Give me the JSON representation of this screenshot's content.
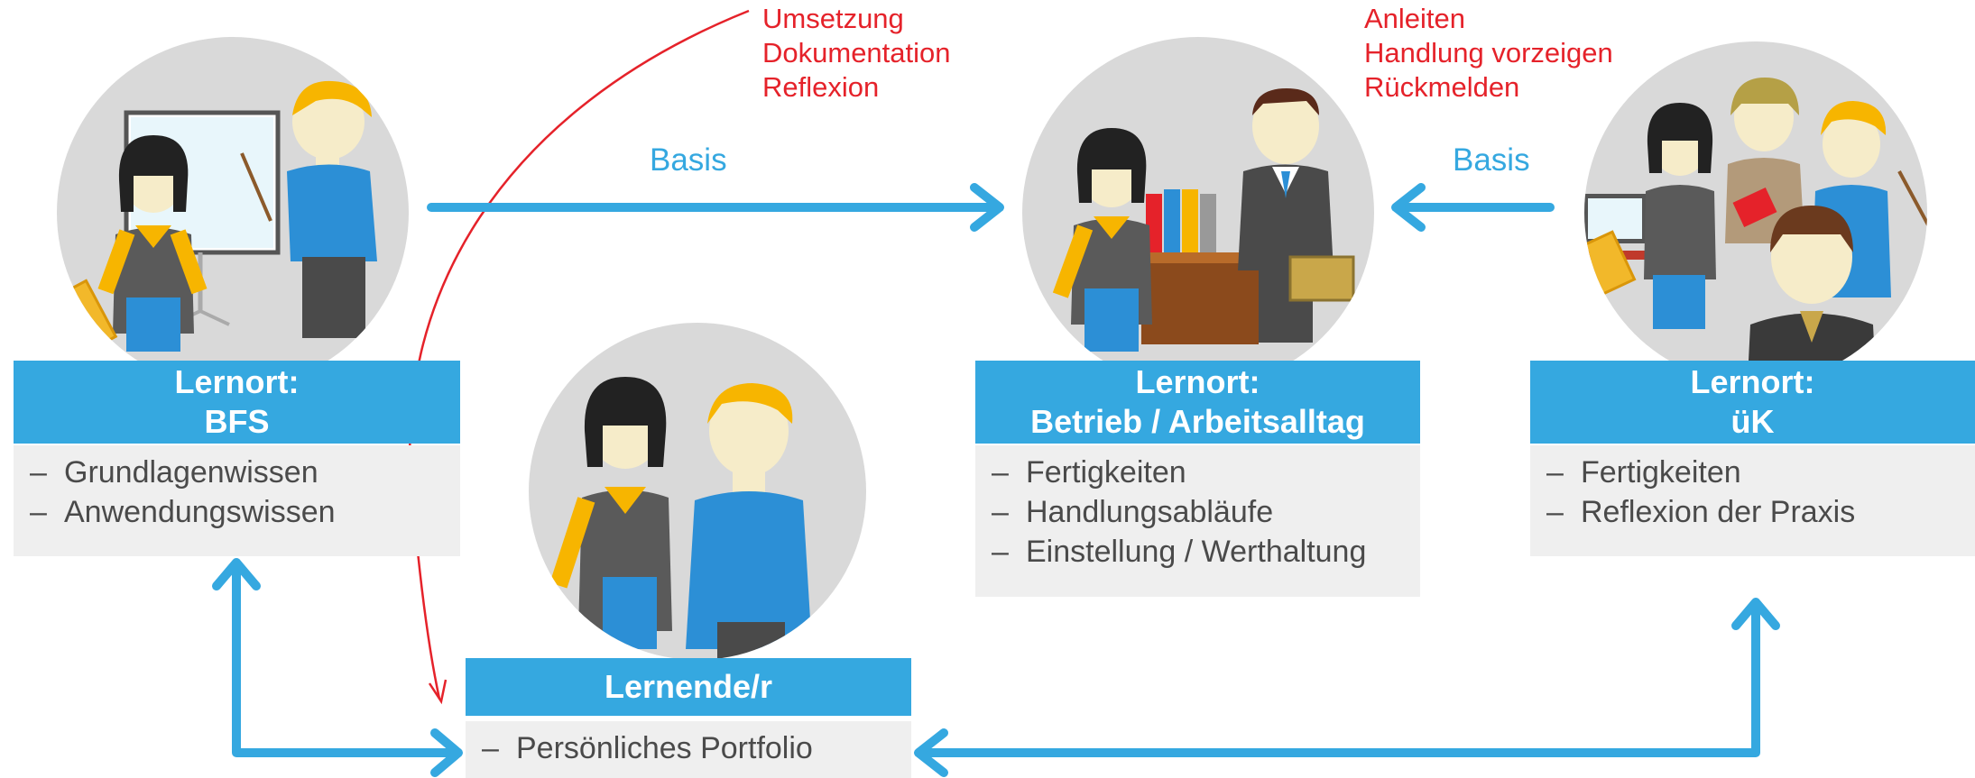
{
  "colors": {
    "accent": "#35a8e0",
    "red": "#e5222a",
    "item_bg": "#efefef",
    "circle": "#d9d9d9"
  },
  "annotations": {
    "left_red": [
      "Umsetzung",
      "Dokumentation",
      "Reflexion"
    ],
    "right_red": [
      "Anleiten",
      "Handlung vorzeigen",
      "Rückmelden"
    ],
    "basis_left": "Basis",
    "basis_right": "Basis"
  },
  "nodes": {
    "bfs": {
      "line1": "Lernort:",
      "line2": "BFS",
      "items": [
        "Grundlagenwissen",
        "Anwendungswissen"
      ]
    },
    "betrieb": {
      "line1": "Lernort:",
      "line2": "Betrieb / Arbeitsalltag",
      "items": [
        "Fertigkeiten",
        "Handlungsabläufe",
        "Einstellung / Werthaltung"
      ]
    },
    "uk": {
      "line1": "Lernort:",
      "line2": "üK",
      "items": [
        "Fertigkeiten",
        "Reflexion der Praxis"
      ]
    },
    "lernende": {
      "line1": "Lernende/r",
      "items": [
        "Persönliches Portfolio"
      ]
    }
  }
}
